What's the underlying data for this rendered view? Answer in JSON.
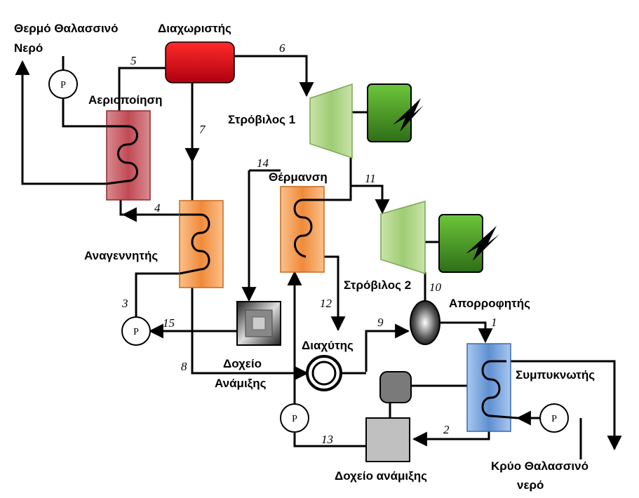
{
  "labels": {
    "hot_seawater": [
      "Θερμό Θαλασσινό",
      "Νερό"
    ],
    "separator": "Διαχωριστής",
    "vaporizer": "Αεριοποίηση",
    "turbine1": "Στρόβιλος 1",
    "heating": "Θέρμανση",
    "regenerator": "Αναγεννητής",
    "turbine2": "Στρόβιλος 2",
    "absorber": "Απορροφητής",
    "diffuser": "Διαχύτης",
    "mixing_tank": [
      "Δοχείο",
      "Ανάμιξης"
    ],
    "condenser": "Συμπυκνωτής",
    "mixing_tank2": "Δοχείο ανάμιξης",
    "cold_seawater": [
      "Κρύο Θαλασσινό",
      "νερό"
    ]
  },
  "pump_symbol": "P",
  "streams": [
    "1",
    "2",
    "3",
    "4",
    "5",
    "6",
    "7",
    "8",
    "9",
    "10",
    "11",
    "12",
    "13",
    "14",
    "15"
  ],
  "colors": {
    "separator": "#e0141c",
    "vaporizer": "#c45860",
    "hx_orange": "#f2a05a",
    "turbine": "#a9cf82",
    "generator": "#4f9a2c",
    "condenser": "#6f9fd8",
    "tank_gray": "#c0c0c0"
  }
}
